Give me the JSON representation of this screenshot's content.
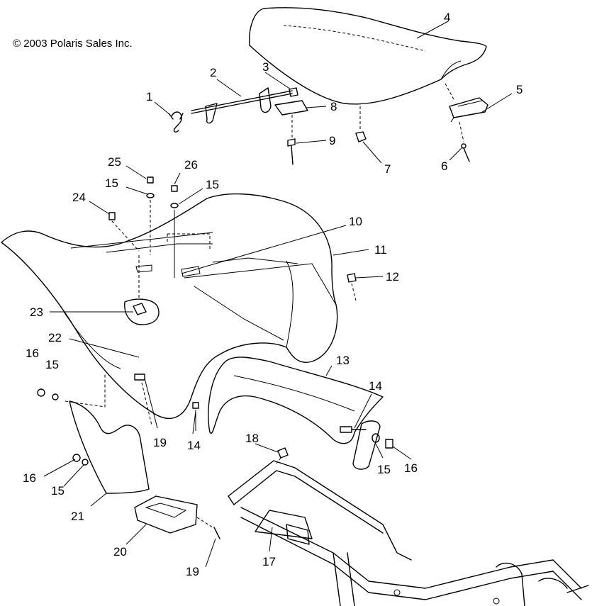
{
  "copyright": "© 2003 Polaris Sales Inc.",
  "callouts": {
    "c1": "1",
    "c2": "2",
    "c3": "3",
    "c4": "4",
    "c5": "5",
    "c6": "6",
    "c7": "7",
    "c8": "8",
    "c9": "9",
    "c10": "10",
    "c11": "11",
    "c12": "12",
    "c13": "13",
    "c14a": "14",
    "c14b": "14",
    "c15a": "15",
    "c15b": "15",
    "c15c": "15",
    "c15d": "15",
    "c15e": "15",
    "c16a": "16",
    "c16b": "16",
    "c16c": "16",
    "c17": "17",
    "c18": "18",
    "c19a": "19",
    "c19b": "19",
    "c20": "20",
    "c21": "21",
    "c22": "22",
    "c23": "23",
    "c24": "24",
    "c25": "25",
    "c26": "26"
  }
}
